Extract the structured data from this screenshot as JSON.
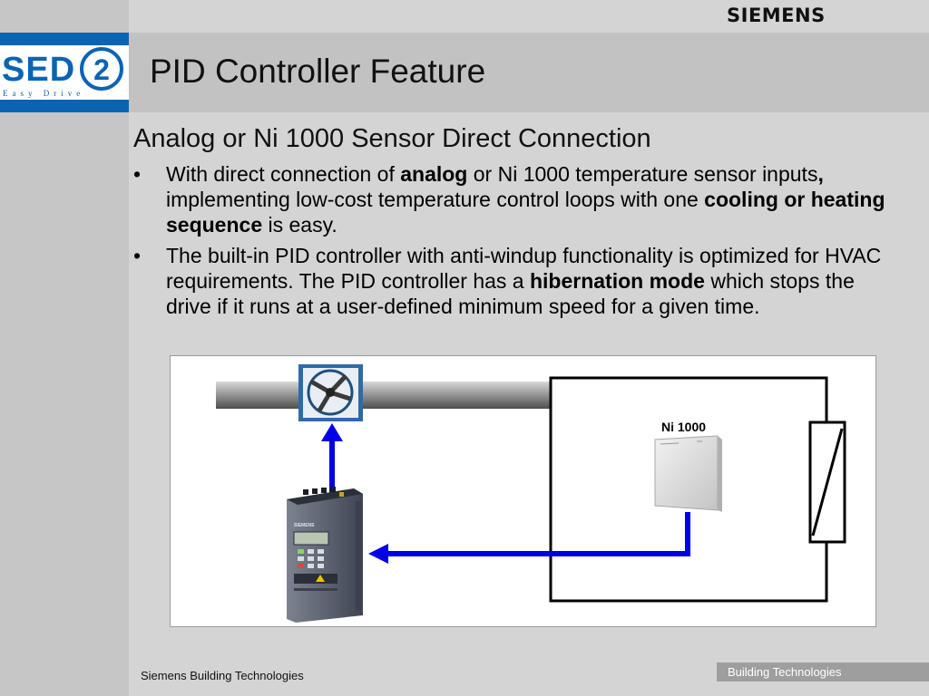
{
  "header": {
    "brand": "SIEMENS",
    "logo_text": "SED",
    "logo_digit": "2",
    "logo_tagline": "Easy Drive",
    "title": "PID Controller Feature"
  },
  "content": {
    "subtitle": "Analog or Ni 1000 Sensor Direct Connection",
    "bullet_glyph": "•",
    "bullets": [
      {
        "parts": [
          {
            "text": "With direct connection of ",
            "bold": false
          },
          {
            "text": "analog",
            "bold": true
          },
          {
            "text": " or Ni 1000 temperature sensor inputs",
            "bold": false
          },
          {
            "text": ",",
            "bold": true
          },
          {
            "text": " implementing low-cost temperature control loops with one ",
            "bold": false
          },
          {
            "text": "cooling or heating sequence",
            "bold": true
          },
          {
            "text": " is easy.",
            "bold": false
          }
        ]
      },
      {
        "parts": [
          {
            "text": "The built-in PID controller with anti-windup functionality is optimized for HVAC requirements. The PID controller has a ",
            "bold": false
          },
          {
            "text": "hibernation mode",
            "bold": true
          },
          {
            "text": " which stops the drive if it runs at a user-defined minimum speed for a given time.",
            "bold": false
          }
        ]
      }
    ]
  },
  "diagram": {
    "sensor_label": "Ni 1000",
    "arrow_color": "#0000e6",
    "drive_logo": "SIEMENS"
  },
  "footer": {
    "left": "Siemens Building Technologies",
    "right": "Building Technologies"
  },
  "colors": {
    "logo_blue": "#0a64b4",
    "background": "#d4d4d4",
    "title_band": "#c2c2c2"
  }
}
